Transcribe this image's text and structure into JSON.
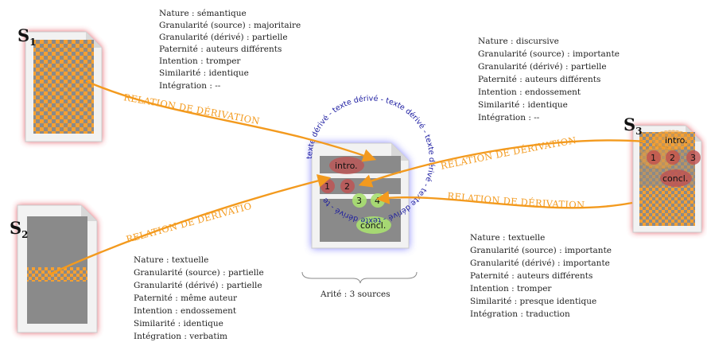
{
  "colors": {
    "arrow": "#f39a1e",
    "checker_a": "#f5a032",
    "checker_b": "#8a8a8a",
    "glow_red": "#e03040",
    "glow_blue": "#4a4aff",
    "ring_text": "#1a1aa0",
    "segment_red": "#c05050",
    "segment_green": "#a8e070"
  },
  "sources": {
    "s1": {
      "letter": "S",
      "index": "1"
    },
    "s2": {
      "letter": "S",
      "index": "2"
    },
    "s3": {
      "letter": "S",
      "index": "3"
    }
  },
  "relation_label": "RELATION DE DÉRIVATION",
  "target": {
    "ring_text": "texte dérivé - texte dérivé - texte dérivé - texte dérivé - texte dérivé - texte dérivé - te",
    "arity": "Arité : 3 sources",
    "segments": {
      "intro": "intro.",
      "one": "1",
      "two": "2",
      "three": "3",
      "four": "4",
      "concl": "concl."
    }
  },
  "s3_segments": {
    "intro": "intro.",
    "one": "1",
    "two": "2",
    "three": "3",
    "concl": "concl."
  },
  "props_s1": [
    "Nature : sémantique",
    "Granularité (source) : majoritaire",
    "Granularité (dérivé) : partielle",
    "Paternité : auteurs différents",
    "Intention : tromper",
    "Similarité : identique",
    "Intégration : --"
  ],
  "props_s2": [
    "Nature : textuelle",
    "Granularité (source) : partielle",
    "Granularité (dérivé) : partielle",
    "Paternité : même auteur",
    "Intention : endossement",
    "Similarité : identique",
    "Intégration : verbatim"
  ],
  "props_s3_top": [
    "Nature : discursive",
    "Granularité (source) : importante",
    "Granularité (dérivé) : partielle",
    "Paternité : auteurs différents",
    "Intention : endossement",
    "Similarité : identique",
    "Intégration : --"
  ],
  "props_s3_bottom": [
    "Nature : textuelle",
    "Granularité (source) : importante",
    "Granularité (dérivé) : importante",
    "Paternité : auteurs différents",
    "Intention : tromper",
    "Similarité : presque identique",
    "Intégration : traduction"
  ]
}
